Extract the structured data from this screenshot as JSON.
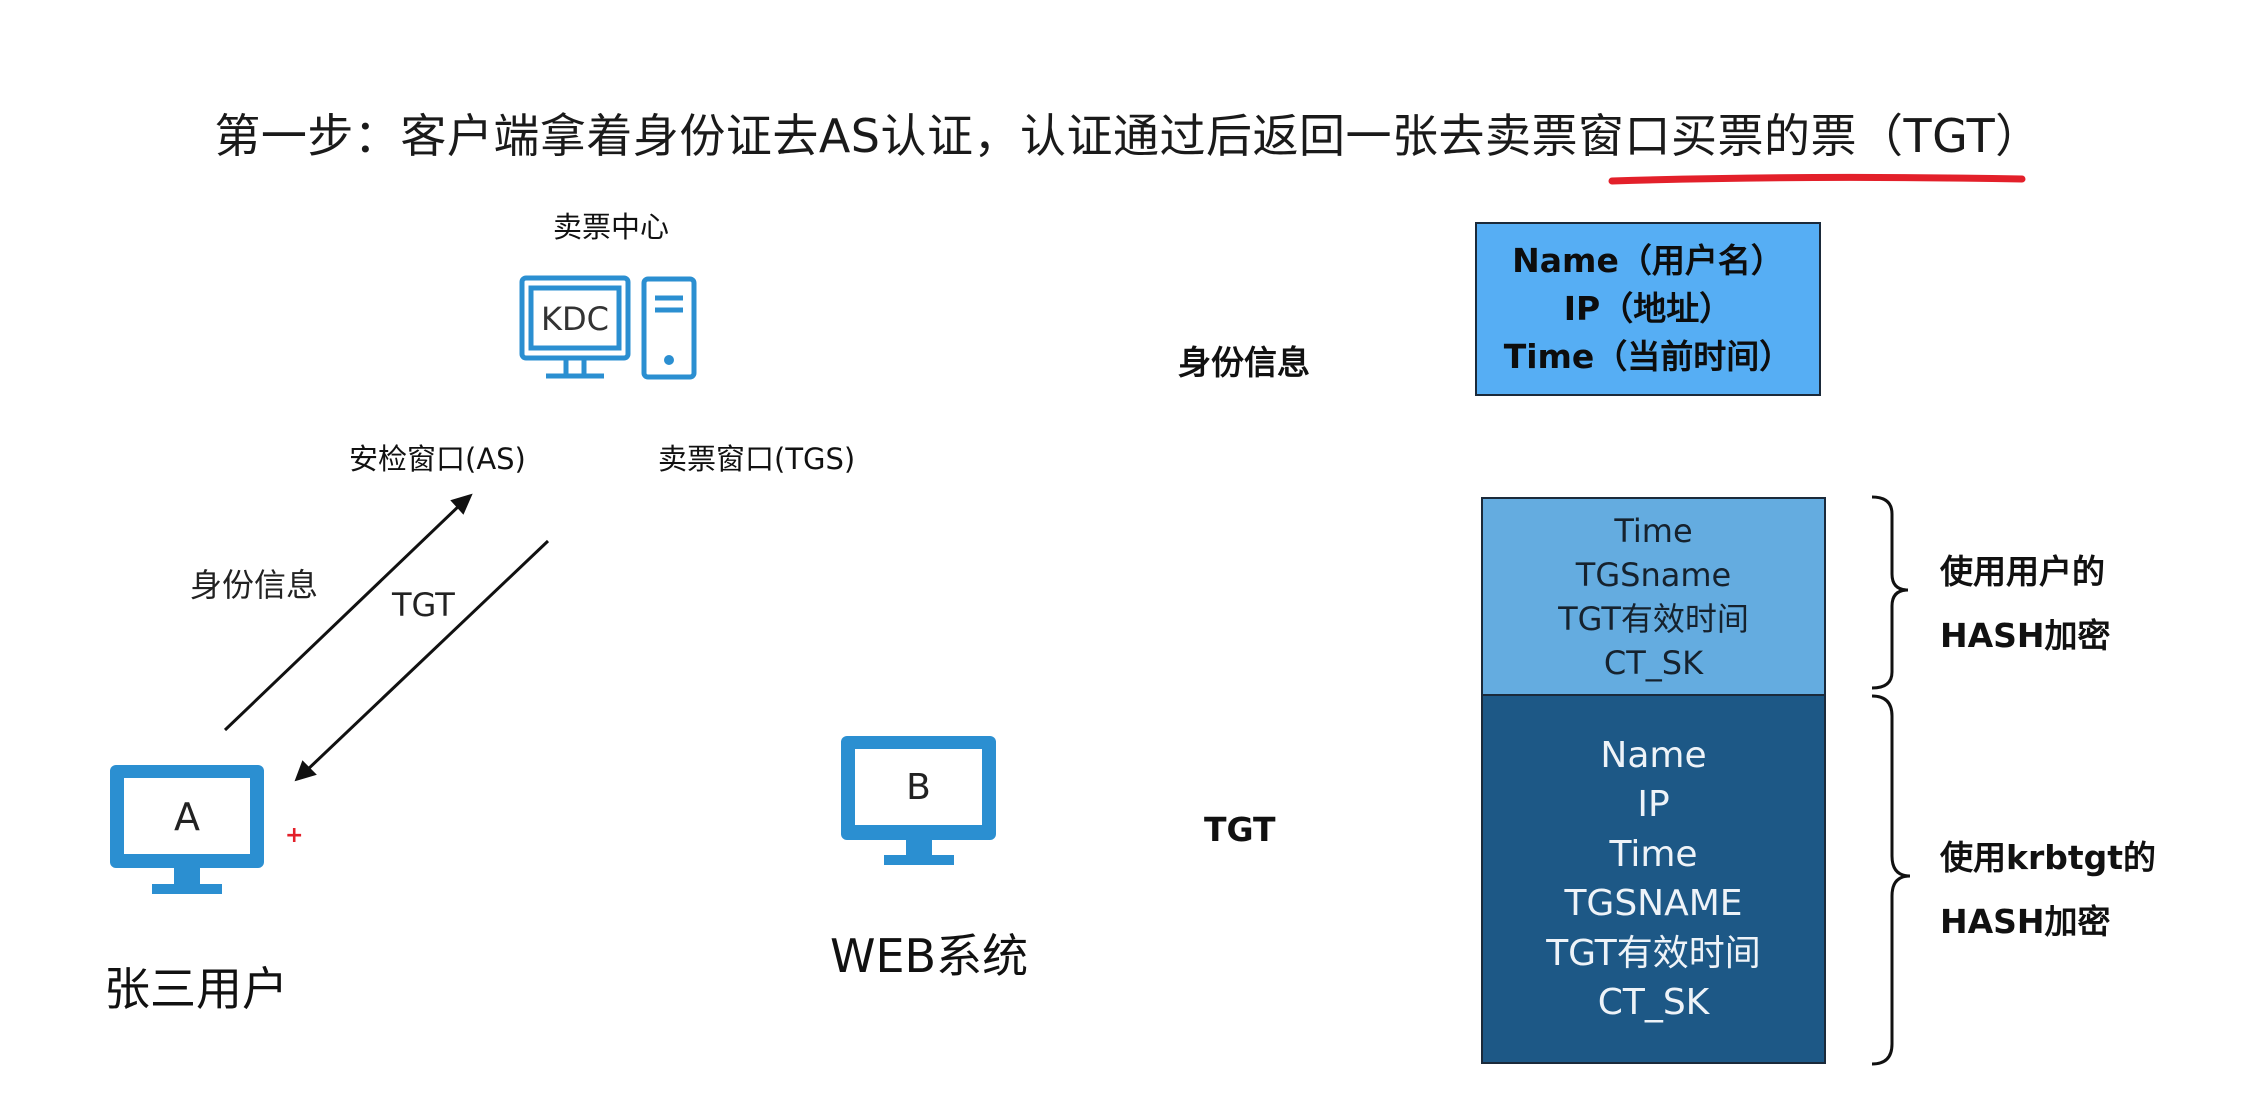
{
  "title": "第一步：客户端拿着身份证去AS认证，认证通过后返回一张去卖票窗口买票的票（TGT）",
  "kdc": {
    "center_label": "卖票中心",
    "screen_text": "KDC",
    "as_label": "安检窗口(AS)",
    "tgs_label": "卖票窗口(TGS)"
  },
  "arrows": {
    "up_label": "身份信息",
    "down_label": "TGT"
  },
  "client": {
    "screen_text": "A",
    "plus": "+",
    "name": "张三用户"
  },
  "web": {
    "screen_text": "B",
    "name": "WEB系统"
  },
  "identity": {
    "label": "身份信息",
    "lines": [
      "Name（用户名）",
      "IP（地址）",
      "Time（当前时间）"
    ]
  },
  "tgt": {
    "label": "TGT",
    "top_lines": [
      "Time",
      "TGSname",
      "TGT有效时间",
      "CT_SK"
    ],
    "bottom_lines": [
      "Name",
      "IP",
      "Time",
      "TGSNAME",
      "TGT有效时间",
      "CT_SK"
    ],
    "top_note": [
      "使用用户的",
      "HASH加密"
    ],
    "bottom_note": [
      "使用krbtgt的",
      "HASH加密"
    ]
  },
  "colors": {
    "icon_blue": "#2b8fd1",
    "identity_box": "#56aef4",
    "tgt_top": "#64ace0",
    "tgt_bottom": "#1d5886",
    "underline": "#e3202a"
  }
}
